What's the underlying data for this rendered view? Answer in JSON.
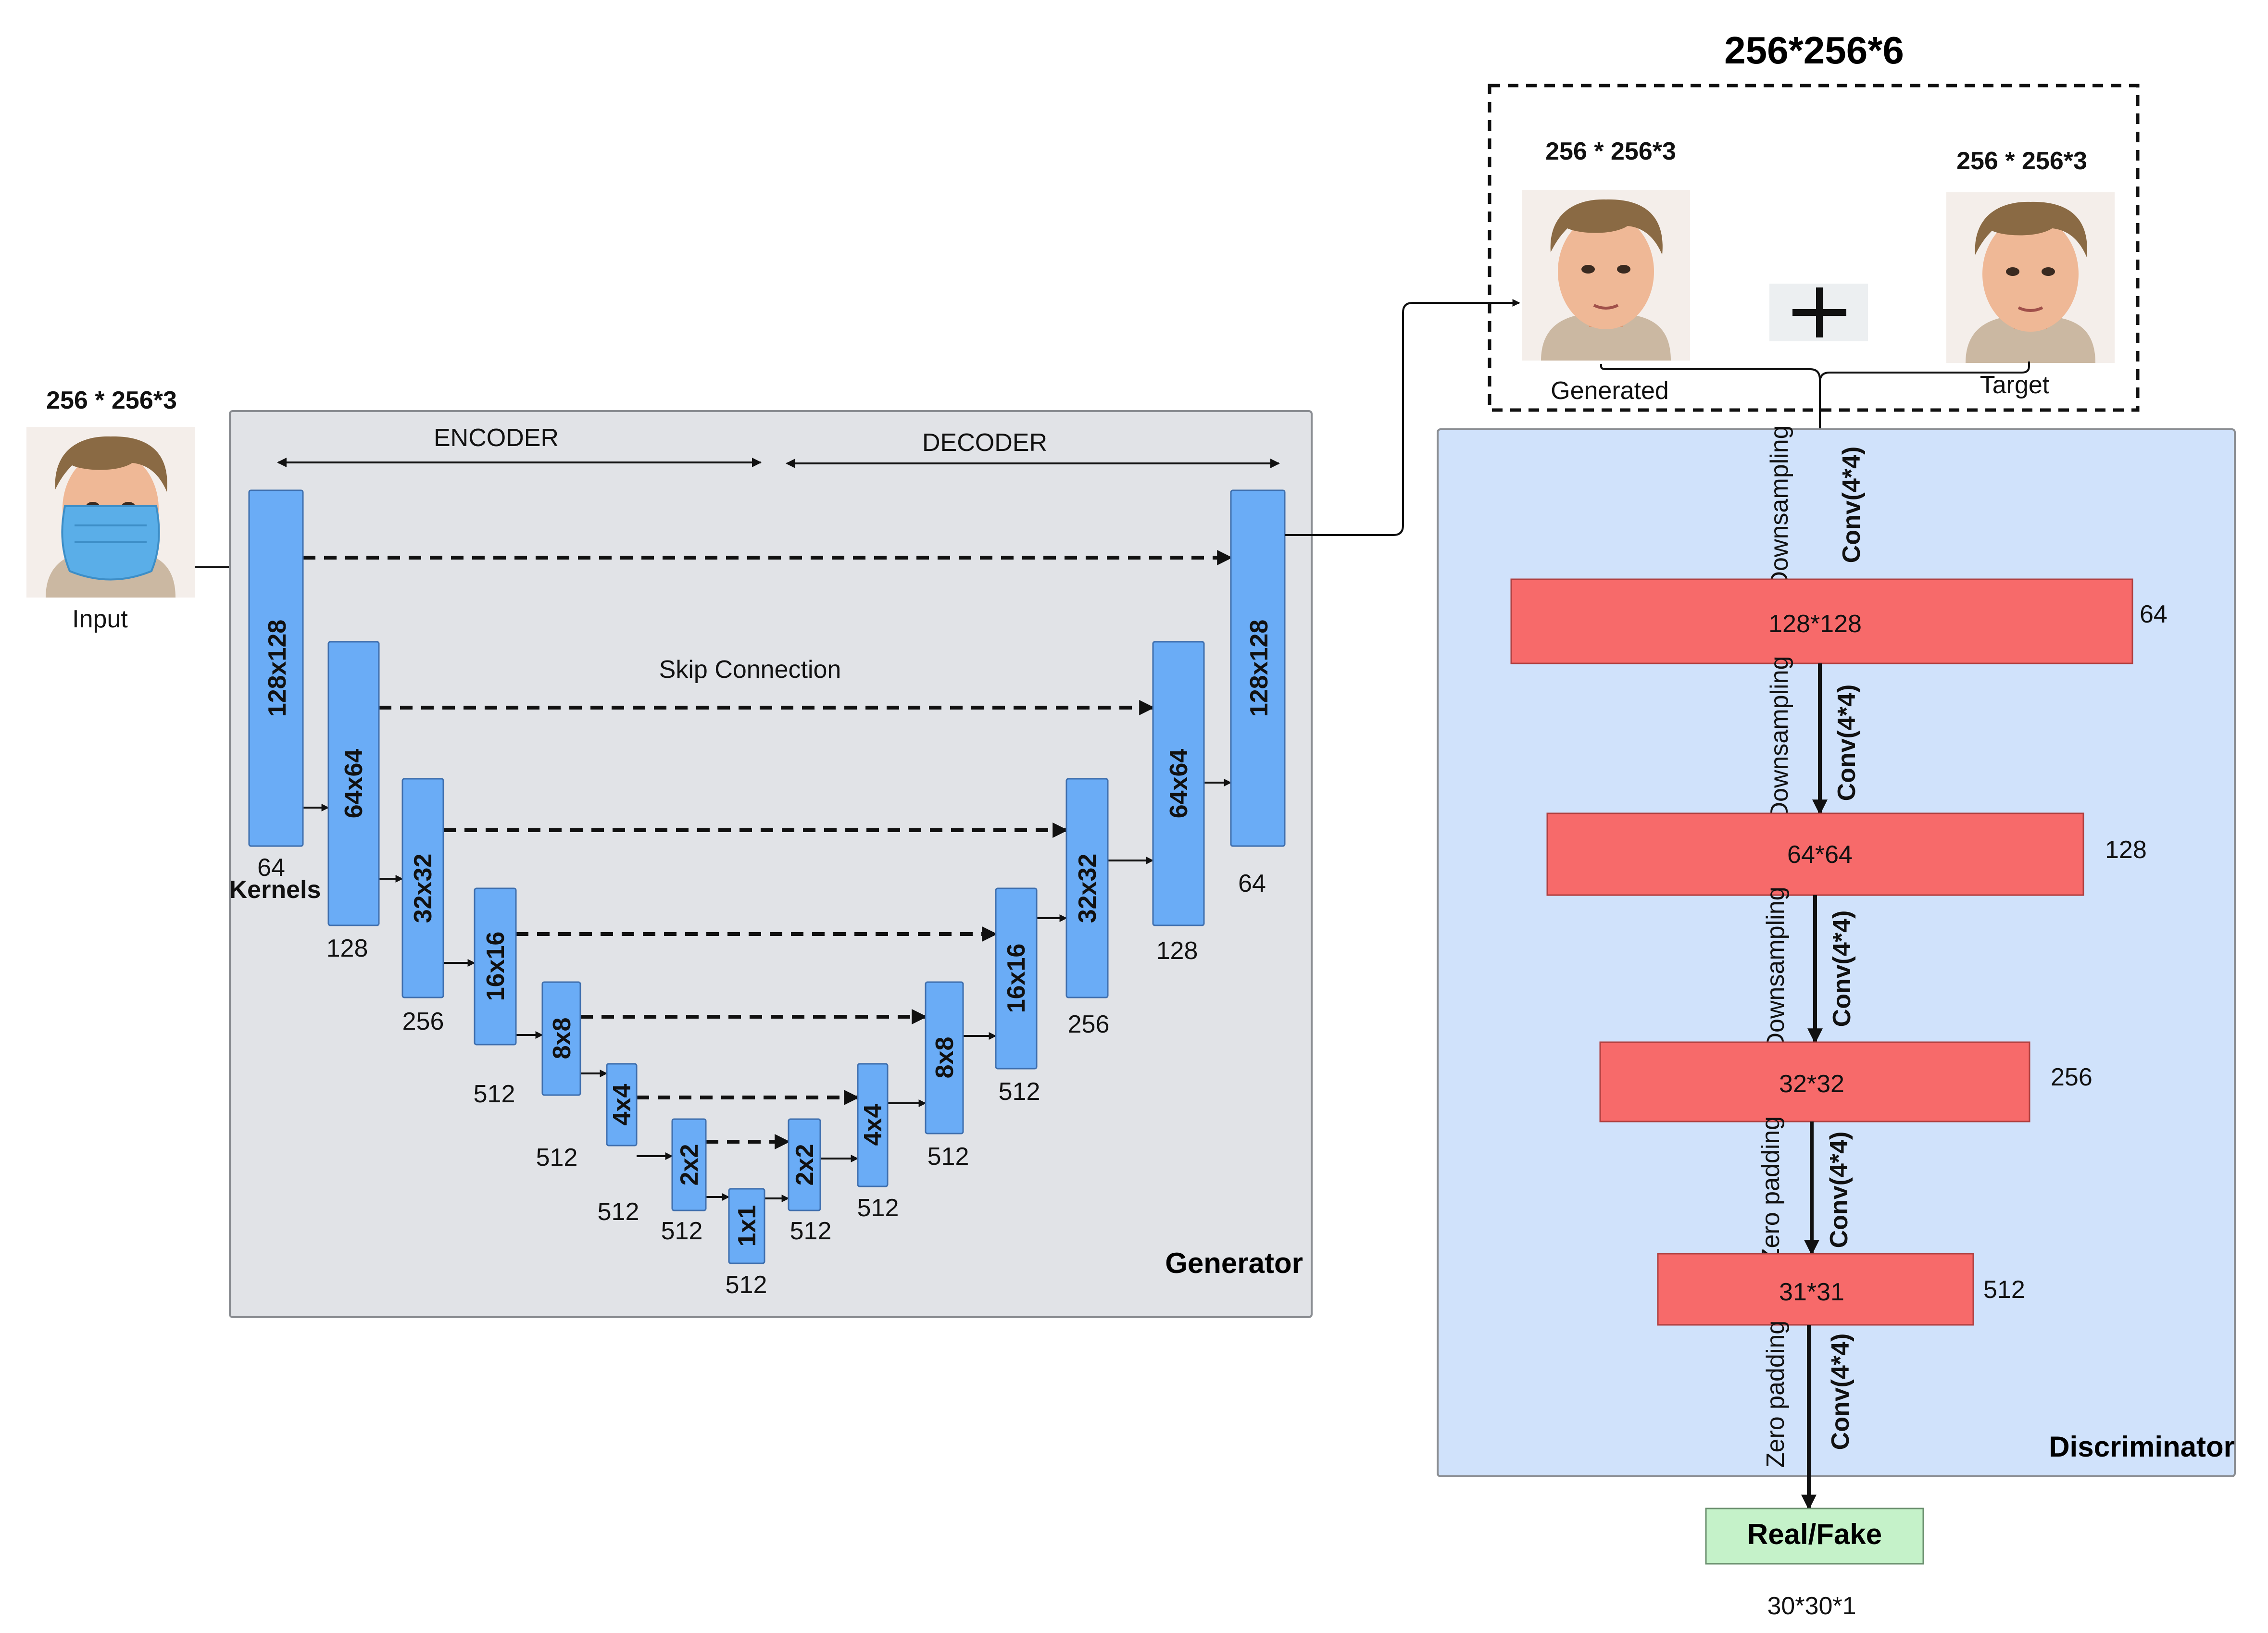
{
  "input": {
    "title": "256 * 256*3",
    "label": "Input"
  },
  "generator": {
    "title": "Generator",
    "encoder_label": "ENCODER",
    "decoder_label": "DECODER",
    "skip_label": "Skip Connection",
    "kernels_label": "Kernels",
    "encoder_blocks": [
      {
        "name": "128x128",
        "filters": "64"
      },
      {
        "name": "64x64",
        "filters": "128"
      },
      {
        "name": "32x32",
        "filters": "256"
      },
      {
        "name": "16x16",
        "filters": "512"
      },
      {
        "name": "8x8",
        "filters": "512"
      },
      {
        "name": "4x4",
        "filters": "512"
      },
      {
        "name": "2x2",
        "filters": "512"
      }
    ],
    "bottleneck": {
      "name": "1x1",
      "filters": "512"
    },
    "decoder_blocks": [
      {
        "name": "2x2",
        "filters": "512"
      },
      {
        "name": "4x4",
        "filters": "512"
      },
      {
        "name": "8x8",
        "filters": "512"
      },
      {
        "name": "16x16",
        "filters": "512"
      },
      {
        "name": "32x32",
        "filters": "256"
      },
      {
        "name": "64x64",
        "filters": "128"
      },
      {
        "name": "128x128",
        "filters": "64"
      }
    ]
  },
  "concat": {
    "title": "256*256*6",
    "generated_title": "256 * 256*3",
    "generated_label": "Generated",
    "target_title": "256 * 256*3",
    "target_label": "Target"
  },
  "discriminator": {
    "title": "Discriminator",
    "layers": [
      {
        "size": "128*128",
        "filters": "64",
        "op": "Downsampling",
        "conv": "Conv(4*4)"
      },
      {
        "size": "64*64",
        "filters": "128",
        "op": "Downsampling",
        "conv": "Conv(4*4)"
      },
      {
        "size": "32*32",
        "filters": "256",
        "op": "Downsampling",
        "conv": "Conv(4*4)"
      },
      {
        "size": "31*31",
        "filters": "512",
        "op": "Zero padding",
        "conv": "Conv(4*4)"
      }
    ],
    "final": {
      "op": "Zero padding",
      "conv": "Conv(4*4)"
    },
    "output": {
      "label": "Real/Fake",
      "size": "30*30*1"
    }
  },
  "colors": {
    "generator_panel": "#e1e3e7",
    "discriminator_panel": "#d0e2fb",
    "block": "#6aacf6",
    "disc_layer": "#f76a6a",
    "output_box": "#c5f2c9",
    "mask": "#5aaee8"
  },
  "icons": [
    "face-photo",
    "surgical-mask",
    "plus-icon"
  ]
}
